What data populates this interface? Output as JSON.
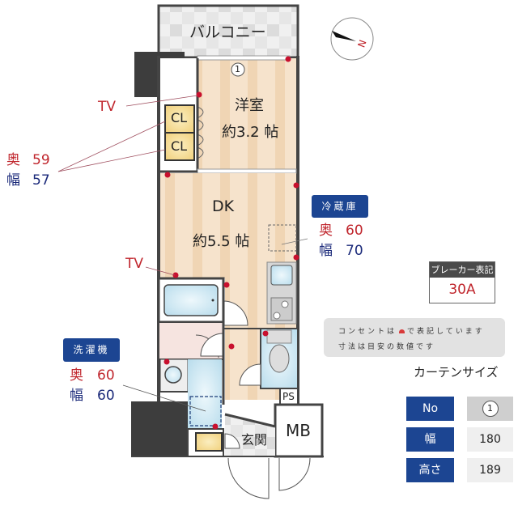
{
  "floorplan": {
    "rooms": {
      "balcony": "バルコニー",
      "western_room_name": "洋室",
      "western_room_size": "約3.2 帖",
      "dk_name": "DK",
      "dk_size": "約5.5 帖",
      "entrance": "玄関",
      "mb": "MB",
      "ps": "PS",
      "closet_1": "CL",
      "closet_2": "CL",
      "window_marker": "1"
    },
    "compass": {
      "label": "N"
    },
    "tv_labels": [
      "TV",
      "TV"
    ],
    "closet_dims": {
      "depth_label": "奥",
      "depth": "59",
      "width_label": "幅",
      "width": "57"
    },
    "fridge": {
      "title": "冷蔵庫",
      "depth_label": "奥",
      "depth": "60",
      "width_label": "幅",
      "width": "70"
    },
    "washer": {
      "title": "洗濯機",
      "depth_label": "奥",
      "depth": "60",
      "width_label": "幅",
      "width": "60"
    }
  },
  "breaker": {
    "title": "ブレーカー表記",
    "value": "30A"
  },
  "notes": {
    "line1_before": "コンセントは",
    "line1_after": "で表記しています",
    "line2": "寸法は目安の数値です"
  },
  "curtain": {
    "title": "カーテンサイズ",
    "rows": [
      {
        "header": "No",
        "value": "1"
      },
      {
        "header": "幅",
        "value": "180"
      },
      {
        "header": "高さ",
        "value": "189"
      }
    ]
  },
  "colors": {
    "wall": "#444444",
    "floor_wood": "#f3dcc0",
    "water_area": "#cfe9f4",
    "tag_blue": "#1c4592",
    "outlet_red": "#c8102e",
    "closet_yellow": "#f5dc8e"
  }
}
